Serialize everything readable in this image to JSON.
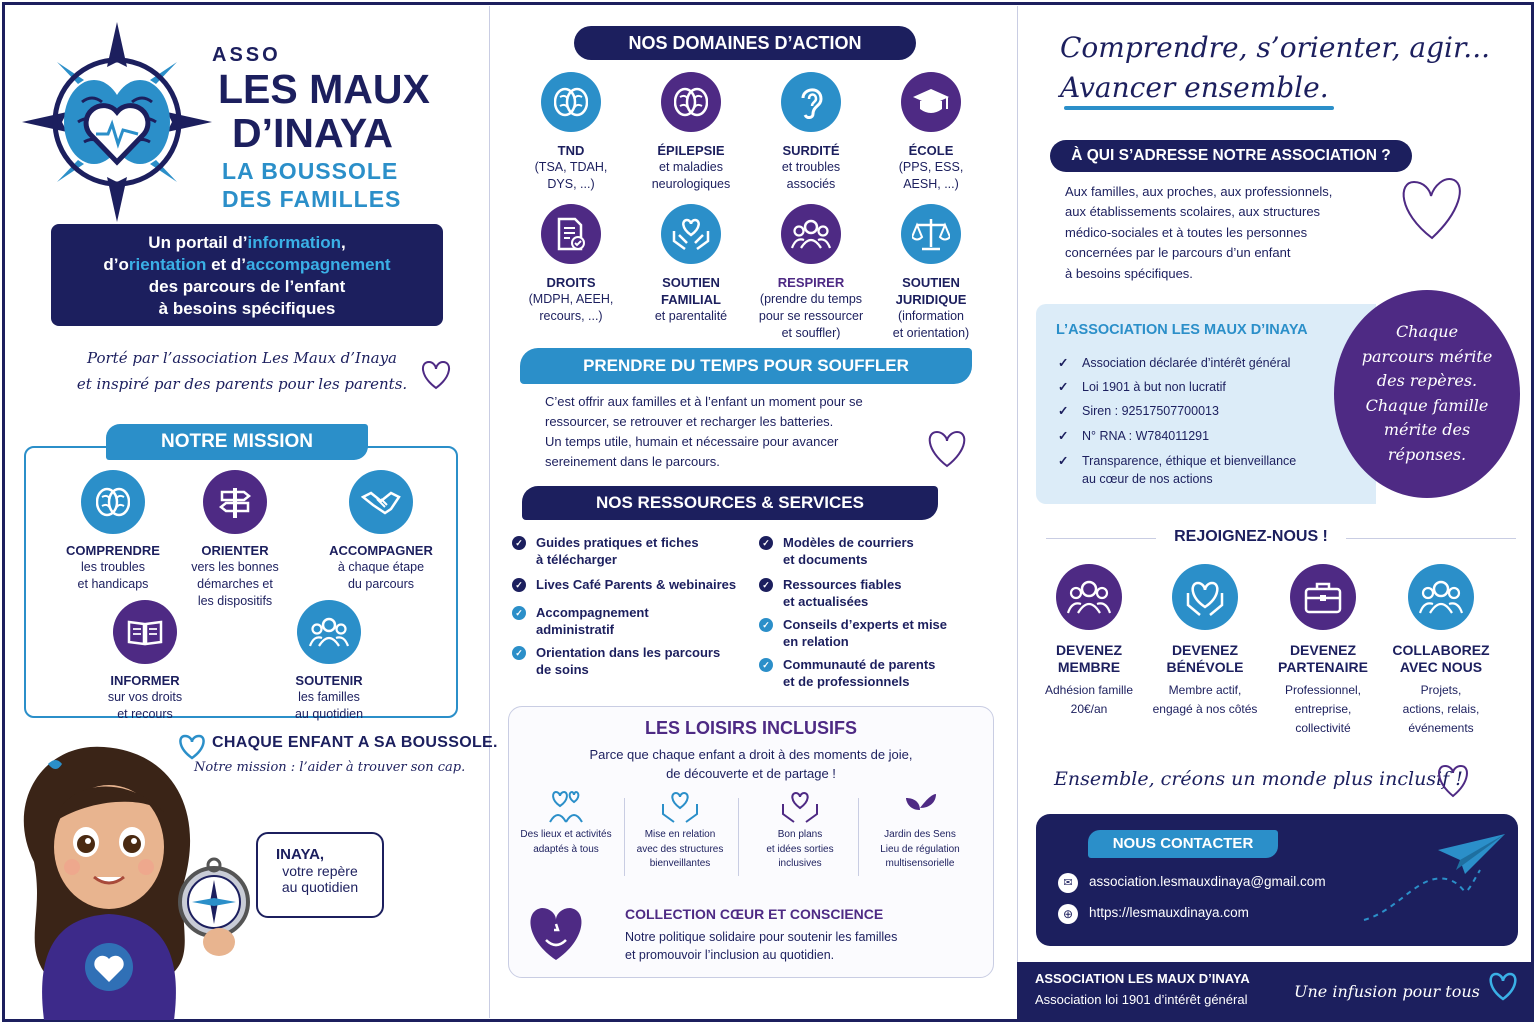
{
  "header": {
    "asso": "ASSO",
    "name1": "LES MAUX",
    "name2": "D’INAYA",
    "tag1": "LA BOUSSOLE",
    "tag2": "DES FAMILLES"
  },
  "portal": {
    "l1a": "Un portail d’",
    "l1b": "information",
    ",": ",",
    "l2a": "d’o",
    "l2b": "rientation",
    "l2c": " et d’",
    "l2d": "accompagnement",
    "l3": "des parcours de l’enfant",
    "l4": "à besoins spécifiques"
  },
  "carried": {
    "l1": "Porté par l’association Les Maux d’Inaya",
    "l2": "et inspiré par des parents pour les parents."
  },
  "mission": {
    "title": "NOTRE MISSION",
    "items": [
      {
        "t": "COMPRENDRE",
        "d1": "les troubles",
        "d2": "et handicaps",
        "d3": "",
        "icon": "brain-icon"
      },
      {
        "t": "ORIENTER",
        "d1": "vers les bonnes",
        "d2": "démarches et",
        "d3": "les dispositifs",
        "icon": "signpost-icon"
      },
      {
        "t": "ACCOMPAGNER",
        "d1": "à chaque étape",
        "d2": "du parcours",
        "d3": "",
        "icon": "handshake-icon"
      },
      {
        "t": "INFORMER",
        "d1": "sur vos droits",
        "d2": "et recours",
        "d3": "",
        "icon": "book-icon"
      },
      {
        "t": "SOUTENIR",
        "d1": "les familles",
        "d2": "au quotidien",
        "d3": "",
        "icon": "people-icon"
      }
    ]
  },
  "boussole": {
    "l1": "CHAQUE ENFANT A SA BOUSSOLE.",
    "l2": "Notre mission : l’aider à trouver son cap."
  },
  "bubble": {
    "l1": "INAYA,",
    "l2": "votre repère",
    "l3": "au quotidien"
  },
  "domaines": {
    "title": "NOS DOMAINES D’ACTION",
    "items": [
      {
        "t1": "TND",
        "t2": "",
        "d1": "(TSA, TDAH,",
        "d2": "DYS, ...)",
        "d3": "",
        "icon": "brain-icon"
      },
      {
        "t1": "ÉPILEPSIE",
        "t2": "",
        "d1": "et maladies",
        "d2": "neurologiques",
        "d3": "",
        "icon": "brain-icon"
      },
      {
        "t1": "SURDITÉ",
        "t2": "",
        "d1": "et troubles",
        "d2": "associés",
        "d3": "",
        "icon": "ear-icon"
      },
      {
        "t1": "ÉCOLE",
        "t2": "",
        "d1": "(PPS, ESS,",
        "d2": "AESH, ...)",
        "d3": "",
        "icon": "graduation-cap-icon"
      },
      {
        "t1": "DROITS",
        "t2": "",
        "d1": "(MDPH, AEEH,",
        "d2": "recours, ...)",
        "d3": "",
        "icon": "document-icon"
      },
      {
        "t1": "SOUTIEN",
        "t2": "FAMILIAL",
        "d1": "et parentalité",
        "d2": "",
        "d3": "",
        "icon": "hands-heart-icon"
      },
      {
        "t1": "RESPIRER",
        "t2": "",
        "d1": "(prendre du temps",
        "d2": "pour se ressourcer",
        "d3": "et souffler)",
        "icon": "group-icon"
      },
      {
        "t1": "SOUTIEN",
        "t2": "JURIDIQUE",
        "d1": "(information",
        "d2": "et orientation)",
        "d3": "",
        "icon": "scale-icon"
      }
    ]
  },
  "souffler": {
    "title": "PRENDRE DU TEMPS POUR SOUFFLER",
    "l1": "C’est offrir aux familles et à l’enfant un moment pour se",
    "l2": "ressourcer, se retrouver et recharger les batteries.",
    "l3": "Un temps utile, humain et nécessaire pour avancer",
    "l4": "sereinement dans le parcours."
  },
  "ressources": {
    "title": "NOS RESSOURCES & SERVICES",
    "left": [
      {
        "l1": "Guides pratiques et fiches",
        "l2": "à télécharger"
      },
      {
        "l1": "Lives Café Parents & webinaires",
        "l2": ""
      },
      {
        "l1": "Accompagnement",
        "l2": "administratif"
      },
      {
        "l1": "Orientation dans les parcours",
        "l2": "de soins"
      }
    ],
    "right": [
      {
        "l1": "Modèles de courriers",
        "l2": "et documents"
      },
      {
        "l1": "Ressources fiables",
        "l2": "et actualisées"
      },
      {
        "l1": "Conseils d’experts et mise",
        "l2": "en relation"
      },
      {
        "l1": "Communauté de parents",
        "l2": "et de professionnels"
      }
    ]
  },
  "loisirs": {
    "title": "LES LOISIRS INCLUSIFS",
    "l1": "Parce que chaque enfant a droit à des moments de joie,",
    "l2": "de découverte et de partage !",
    "items": [
      {
        "d1": "Des lieux et activités",
        "d2": "adaptés à tous",
        "d3": ""
      },
      {
        "d1": "Mise en relation",
        "d2": "avec des structures",
        "d3": "bienveillantes"
      },
      {
        "d1": "Bon plans",
        "d2": "et idées sorties",
        "d3": "inclusives"
      },
      {
        "d1": "Jardin des Sens",
        "d2": "Lieu de régulation",
        "d3": "multisensorielle"
      }
    ],
    "coll_title": "COLLECTION CŒUR ET CONSCIENCE",
    "coll_l1": "Notre politique solidaire pour soutenir les familles",
    "coll_l2": "et promouvoir l’inclusion au quotidien."
  },
  "slogan": {
    "l1": "Comprendre, s’orienter, agir...",
    "l2": "Avancer ensemble."
  },
  "qui": {
    "title": "À QUI S’ADRESSE NOTRE ASSOCIATION ?",
    "l1": "Aux familles, aux proches, aux professionnels,",
    "l2": "aux établissements scolaires, aux structures",
    "l3": "médico-sociales et à toutes les personnes",
    "l4": "concernées par le parcours d’un enfant",
    "l5": "à besoins spécifiques."
  },
  "asso": {
    "title": "L’ASSOCIATION LES MAUX D’INAYA",
    "items": [
      {
        "l1": "Association déclarée d’intérêt général",
        "l2": ""
      },
      {
        "l1": "Loi 1901 à but non lucratif",
        "l2": ""
      },
      {
        "l1": "Siren : 92517507700013",
        "l2": ""
      },
      {
        "l1": "N° RNA : W784011291",
        "l2": ""
      },
      {
        "l1": "Transparence, éthique et bienveillance",
        "l2": "au cœur de nos actions"
      }
    ]
  },
  "quote": {
    "l1": "Chaque",
    "l2": "parcours mérite",
    "l3": "des repères.",
    "l4": "Chaque famille",
    "l5": "mérite des",
    "l6": "réponses."
  },
  "join": {
    "title": "REJOIGNEZ-NOUS !",
    "items": [
      {
        "t1": "DEVENEZ",
        "t2": "MEMBRE",
        "d1": "Adhésion famille",
        "d2": "20€/an",
        "d3": "",
        "icon": "members-icon"
      },
      {
        "t1": "DEVENEZ",
        "t2": "BÉNÉVOLE",
        "d1": "Membre actif,",
        "d2": "engagé à nos côtés",
        "d3": "",
        "icon": "heart-hands-icon"
      },
      {
        "t1": "DEVENEZ",
        "t2": "PARTENAIRE",
        "d1": "Professionnel,",
        "d2": "entreprise,",
        "d3": "collectivité",
        "icon": "briefcase-icon"
      },
      {
        "t1": "COLLABOREZ",
        "t2": "AVEC NOUS",
        "d1": "Projets,",
        "d2": "actions, relais,",
        "d3": "événements",
        "icon": "team-icon"
      }
    ]
  },
  "inclusif": "Ensemble, créons un monde plus inclusif !",
  "contact": {
    "title": "NOUS CONTACTER",
    "email": "association.lesmauxdinaya@gmail.com",
    "web": "https://lesmauxdinaya.com"
  },
  "footer": {
    "l1": "ASSOCIATION LES MAUX D’INAYA",
    "l2": "Association loi 1901 d’intérêt général",
    "tag": "Une infusion pour tous"
  },
  "colors": {
    "navy": "#1c1f5e",
    "blue": "#2b8fc9",
    "purple": "#4e2a84"
  }
}
